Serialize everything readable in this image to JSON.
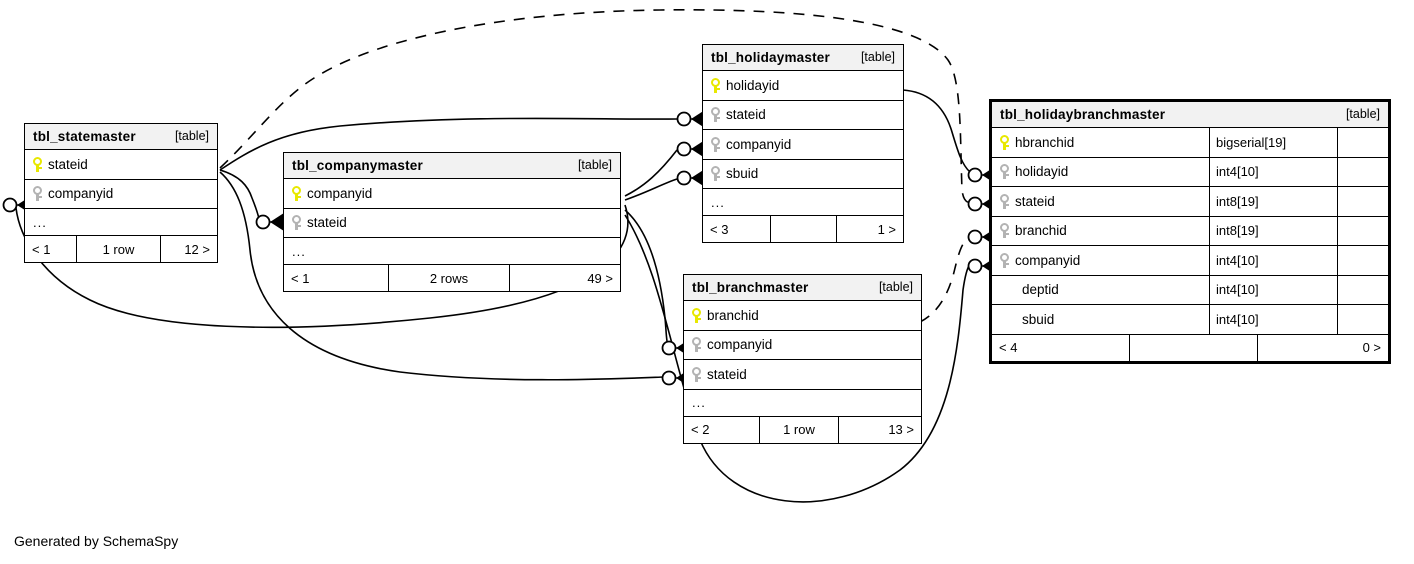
{
  "diagram": {
    "caption": "Generated by SchemaSpy",
    "table_tag": "[table]",
    "ellipsis": "...",
    "key_icons": {
      "primary": "yellow-key-icon",
      "foreign": "grey-key-icon"
    },
    "colors": {
      "header_bg": "#f2f2f2",
      "border": "#000000",
      "pk_key": "#e8e800",
      "fk_key": "#b3b3b3",
      "background": "#ffffff"
    }
  },
  "tables": [
    {
      "id": "tbl_statemaster",
      "name": "tbl_statemaster",
      "tag": "[table]",
      "columns": [
        {
          "name": "stateid",
          "key": "pk",
          "type": ""
        },
        {
          "name": "companyid",
          "key": "fk",
          "type": ""
        }
      ],
      "more": "...",
      "footer": {
        "left": "< 1",
        "middle": "1 row",
        "right": "12 >"
      }
    },
    {
      "id": "tbl_companymaster",
      "name": "tbl_companymaster",
      "tag": "[table]",
      "columns": [
        {
          "name": "companyid",
          "key": "pk",
          "type": ""
        },
        {
          "name": "stateid",
          "key": "fk",
          "type": ""
        }
      ],
      "more": "...",
      "footer": {
        "left": "< 1",
        "middle": "2 rows",
        "right": "49 >"
      }
    },
    {
      "id": "tbl_holidaymaster",
      "name": "tbl_holidaymaster",
      "tag": "[table]",
      "columns": [
        {
          "name": "holidayid",
          "key": "pk",
          "type": ""
        },
        {
          "name": "stateid",
          "key": "fk",
          "type": ""
        },
        {
          "name": "companyid",
          "key": "fk",
          "type": ""
        },
        {
          "name": "sbuid",
          "key": "fk",
          "type": ""
        }
      ],
      "more": "...",
      "footer": {
        "left": "< 3",
        "middle": "",
        "right": "1 >"
      }
    },
    {
      "id": "tbl_branchmaster",
      "name": "tbl_branchmaster",
      "tag": "[table]",
      "columns": [
        {
          "name": "branchid",
          "key": "pk",
          "type": ""
        },
        {
          "name": "companyid",
          "key": "fk",
          "type": ""
        },
        {
          "name": "stateid",
          "key": "fk",
          "type": ""
        }
      ],
      "more": "...",
      "footer": {
        "left": "< 2",
        "middle": "1 row",
        "right": "13 >"
      }
    },
    {
      "id": "tbl_holidaybranchmaster",
      "name": "tbl_holidaybranchmaster",
      "tag": "[table]",
      "columns": [
        {
          "name": "hbranchid",
          "key": "pk",
          "type": "bigserial[19]"
        },
        {
          "name": "holidayid",
          "key": "fk",
          "type": "int4[10]"
        },
        {
          "name": "stateid",
          "key": "fk",
          "type": "int8[19]"
        },
        {
          "name": "branchid",
          "key": "fk",
          "type": "int8[19]"
        },
        {
          "name": "companyid",
          "key": "fk",
          "type": "int4[10]"
        },
        {
          "name": "deptid",
          "key": "",
          "type": "int4[10]"
        },
        {
          "name": "sbuid",
          "key": "",
          "type": "int4[10]"
        }
      ],
      "more": "",
      "footer": {
        "left": "< 4",
        "middle": "",
        "right": "0 >"
      }
    }
  ],
  "relationships": [
    {
      "from": "tbl_companymaster.companyid",
      "to": "tbl_statemaster.companyid",
      "style": "solid"
    },
    {
      "from": "tbl_statemaster.stateid",
      "to": "tbl_companymaster.stateid",
      "style": "solid"
    },
    {
      "from": "tbl_statemaster.stateid",
      "to": "tbl_holidaymaster.stateid",
      "style": "solid"
    },
    {
      "from": "tbl_companymaster.companyid",
      "to": "tbl_holidaymaster.companyid",
      "style": "solid"
    },
    {
      "from": "tbl_companymaster.companyid",
      "to": "tbl_holidaymaster.sbuid",
      "style": "solid"
    },
    {
      "from": "tbl_companymaster.companyid",
      "to": "tbl_branchmaster.companyid",
      "style": "solid"
    },
    {
      "from": "tbl_statemaster.stateid",
      "to": "tbl_branchmaster.stateid",
      "style": "solid"
    },
    {
      "from": "tbl_holidaymaster.holidayid",
      "to": "tbl_holidaybranchmaster.holidayid",
      "style": "solid"
    },
    {
      "from": "tbl_statemaster.stateid",
      "to": "tbl_holidaybranchmaster.stateid",
      "style": "dashed"
    },
    {
      "from": "tbl_branchmaster.branchid",
      "to": "tbl_holidaybranchmaster.branchid",
      "style": "dashed"
    },
    {
      "from": "tbl_companymaster.companyid",
      "to": "tbl_holidaybranchmaster.companyid",
      "style": "solid"
    }
  ]
}
